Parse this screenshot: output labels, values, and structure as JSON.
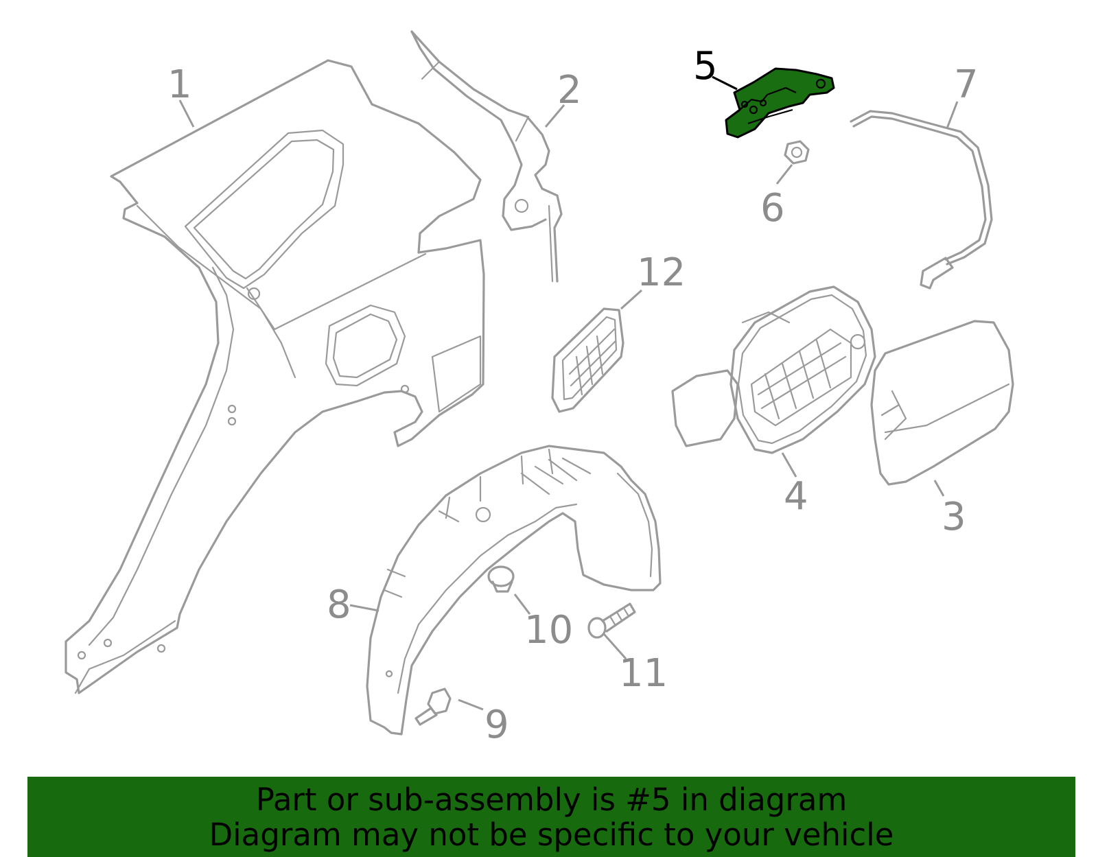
{
  "callouts": {
    "c1": "1",
    "c2": "2",
    "c3": "3",
    "c4": "4",
    "c5": "5",
    "c6": "6",
    "c7": "7",
    "c8": "8",
    "c9": "9",
    "c10": "10",
    "c11": "11",
    "c12": "12"
  },
  "highlight": {
    "part_number": "5",
    "color": "#1a6e12",
    "banner_color": "#186a0e"
  },
  "banner": {
    "line1": "Part or sub-assembly is #5 in diagram",
    "line2": "Diagram may not be specific to your vehicle"
  }
}
